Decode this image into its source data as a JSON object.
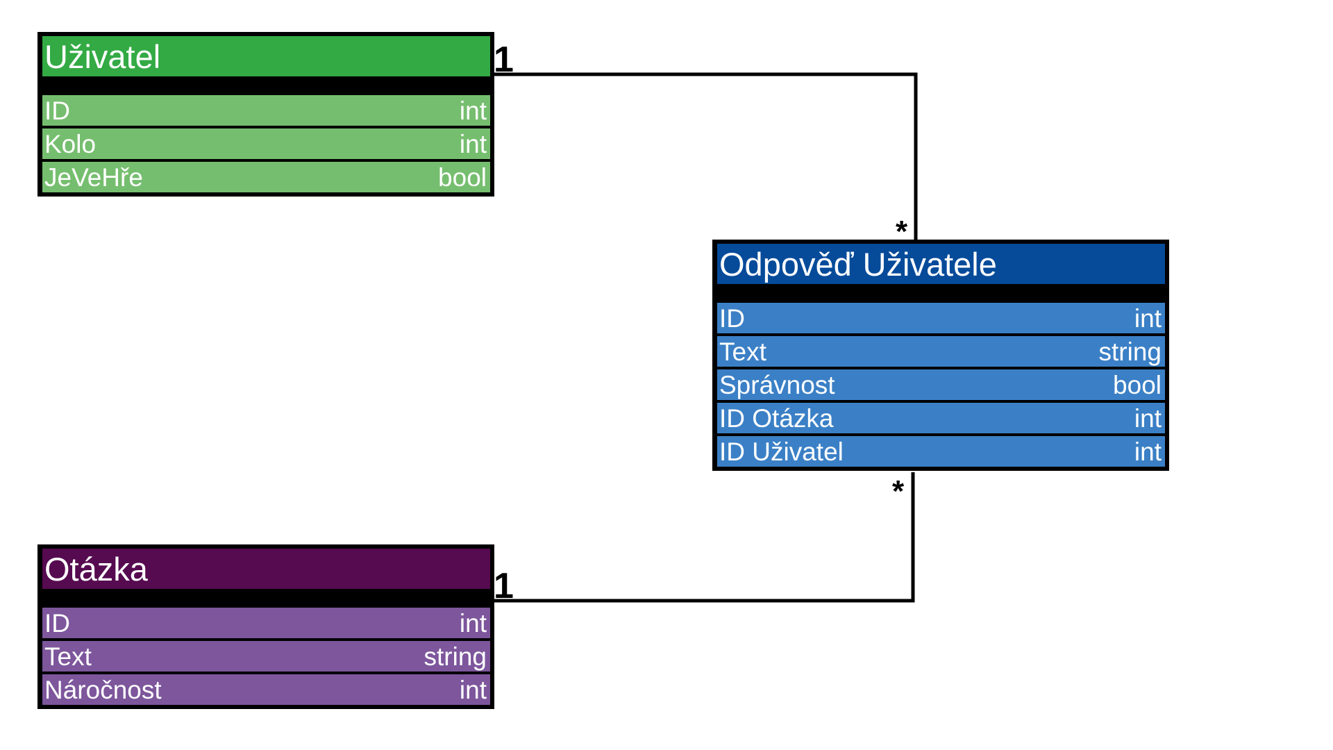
{
  "entities": {
    "uzivatel": {
      "title": "Uživatel",
      "header_color": "#33AA44",
      "row_color": "#76BE6F",
      "attributes": [
        {
          "name": "ID",
          "type": "int"
        },
        {
          "name": "Kolo",
          "type": "int"
        },
        {
          "name": "JeVeHře",
          "type": "bool"
        }
      ]
    },
    "odpoved": {
      "title": "Odpověď Uživatele",
      "header_color": "#054B9A",
      "row_color": "#3B80C6",
      "attributes": [
        {
          "name": "ID",
          "type": "int"
        },
        {
          "name": "Text",
          "type": "string"
        },
        {
          "name": "Správnost",
          "type": "bool"
        },
        {
          "name": "ID Otázka",
          "type": "int"
        },
        {
          "name": "ID Uživatel",
          "type": "int"
        }
      ]
    },
    "otazka": {
      "title": "Otázka",
      "header_color": "#560A50",
      "row_color": "#7D569C",
      "attributes": [
        {
          "name": "ID",
          "type": "int"
        },
        {
          "name": "Text",
          "type": "string"
        },
        {
          "name": "Náročnost",
          "type": "int"
        }
      ]
    }
  },
  "relationships": [
    {
      "from": "Uživatel",
      "to": "Odpověď Uživatele",
      "from_multiplicity": "1",
      "to_multiplicity": "*"
    },
    {
      "from": "Otázka",
      "to": "Odpověď Uživatele",
      "from_multiplicity": "1",
      "to_multiplicity": "*"
    }
  ]
}
